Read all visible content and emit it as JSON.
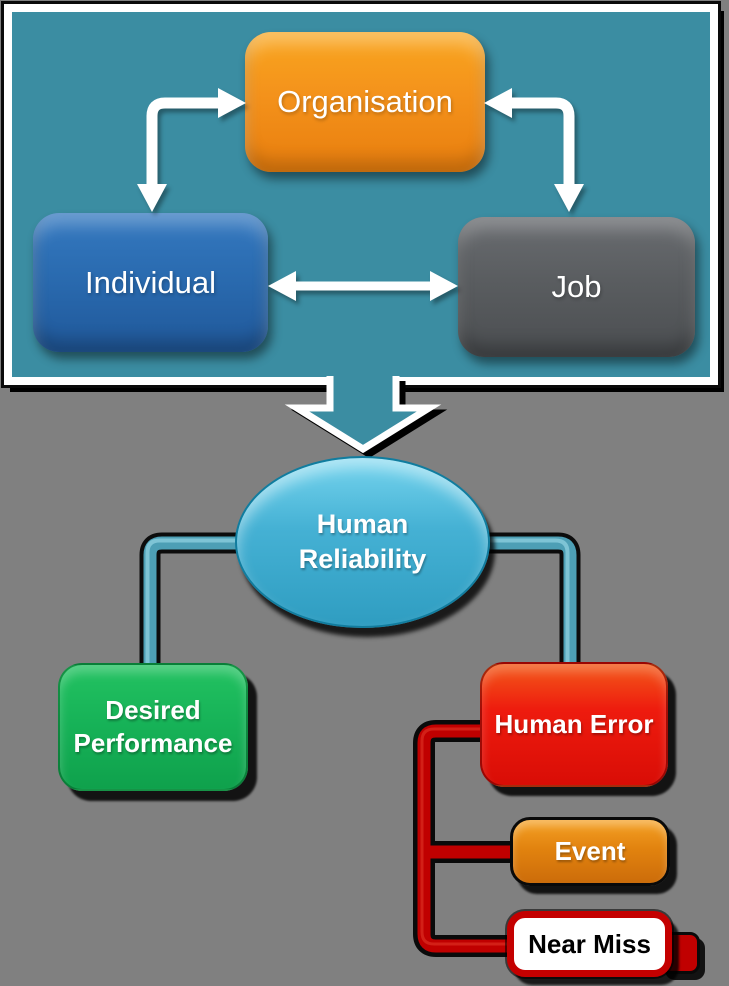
{
  "diagram": {
    "title_semantics": "Human reliability influence diagram",
    "background_color": "#808080",
    "panel": {
      "background_color": "#3B8DA2",
      "border_color": "#FFFFFF",
      "outline_color": "#000000",
      "nodes": {
        "organisation": {
          "label": "Organisation",
          "color": "#F0891A",
          "text_color": "#FFFFFF"
        },
        "individual": {
          "label": "Individual",
          "color": "#2A6BB0",
          "text_color": "#FFFFFF"
        },
        "job": {
          "label": "Job",
          "color": "#5A5D60",
          "text_color": "#FFFFFF"
        }
      },
      "arrows": [
        {
          "name": "individual-organisation",
          "type": "elbow-double-headed",
          "color": "#FFFFFF"
        },
        {
          "name": "organisation-job",
          "type": "elbow-double-headed",
          "color": "#FFFFFF"
        },
        {
          "name": "individual-job",
          "type": "horizontal-double-headed",
          "color": "#FFFFFF"
        }
      ]
    },
    "flow": {
      "big_arrow": {
        "direction": "down",
        "fill_color": "#3B8DA2",
        "stroke_color": "#FFFFFF"
      },
      "hub": {
        "label": "Human Reliability",
        "color": "#45B1D4",
        "text_color": "#FFFFFF"
      },
      "outcomes": {
        "desired_performance": {
          "label": "Desired Performance",
          "color": "#17B358",
          "text_color": "#FFFFFF"
        },
        "human_error": {
          "label": "Human Error",
          "color": "#E31208",
          "text_color": "#FFFFFF"
        },
        "event": {
          "label": "Event",
          "color": "#E2830F",
          "text_color": "#FFFFFF"
        },
        "near_miss": {
          "label": "Near Miss",
          "color": "#FFFFFF",
          "border_color": "#C40000",
          "text_color": "#000000"
        }
      },
      "connectors": {
        "hub_to_outcomes_color": "#3B8DA2",
        "human_error_tree_color": "#C00000"
      }
    }
  }
}
